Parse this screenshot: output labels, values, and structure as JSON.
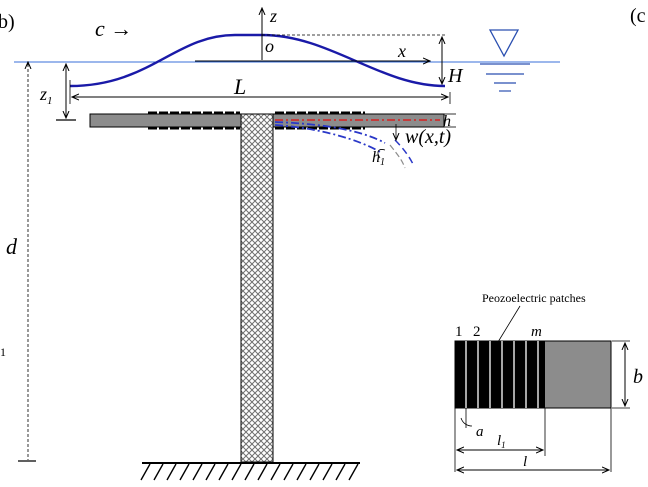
{
  "panel_tags": [
    "b)",
    "(c"
  ],
  "wave": {
    "speed_label": "c →",
    "z_axis": "z",
    "origin": "o",
    "x_axis": "x",
    "height_label": "H",
    "length_label": "L",
    "depth_label": "z",
    "depth_subscript": "1"
  },
  "plate": {
    "thickness_label": "h",
    "deflection_label": "w(x,t)",
    "patch_thickness_label": "h",
    "patch_thickness_subscript": "1"
  },
  "depth": {
    "label": "d",
    "stray_mark": "1"
  },
  "patch_detail": {
    "title": "Peozoelectric patches",
    "index_first": "1",
    "index_second": "2",
    "index_last": "m",
    "width_label": "b",
    "patch_width_label": "a",
    "patched_length_label": "l",
    "patched_length_subscript": "1",
    "total_length_label": "l"
  },
  "colors": {
    "wave": "#1a1aa8",
    "water_line": "#3a6fd8",
    "plate": "#8c8c8c",
    "deflection_red": "#d62020",
    "deflection_blue": "#2a38c8"
  }
}
